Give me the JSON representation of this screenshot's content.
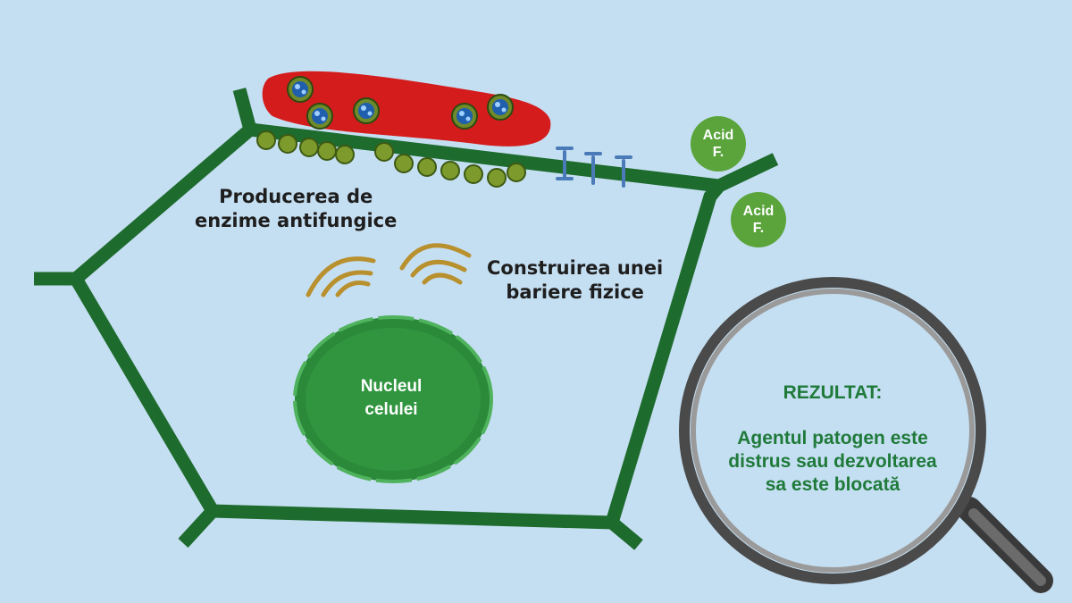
{
  "labels": {
    "enzymes_line1": "Producerea de",
    "enzymes_line2": "enzime antifungice",
    "barrier_line1": "Construirea unei",
    "barrier_line2": "bariere fizice",
    "nucleus_line1": "Nucleul",
    "nucleus_line2": "celulei"
  },
  "acid_badges": [
    {
      "line1": "Acid",
      "line2": "F."
    },
    {
      "line1": "Acid",
      "line2": "F."
    }
  ],
  "result": {
    "title": "REZULTAT:",
    "line1": "Agentul patogen este",
    "line2": "distrus sau dezvoltarea",
    "line3": "sa este blocată"
  },
  "colors": {
    "background": "#c5dff2",
    "cell_wall": "#1e6b2e",
    "pathogen": "#d41c1c",
    "nucleus": "#2f8f3f",
    "acid_badge": "#5aa43b",
    "waves": "#b8902e",
    "result_text": "#1f7a3a"
  }
}
